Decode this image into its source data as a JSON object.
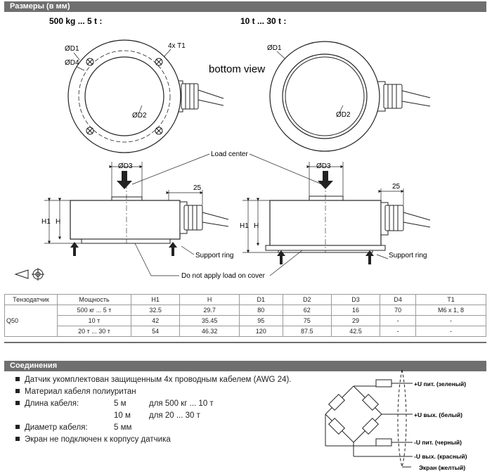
{
  "dimensions": {
    "header": "Размеры (в мм)",
    "range_small": "500 kg ... 5 t :",
    "range_large": "10 t ... 30 t :",
    "bottom_view": "bottom view",
    "labels": {
      "d1": "ØD1",
      "d4": "ØD4",
      "t1": "4x T1",
      "d2": "ØD2",
      "d3": "ØD3",
      "h1": "H1",
      "h": "H",
      "w25": "25",
      "load_center": "Load center",
      "support_ring": "Support ring",
      "no_load_cover": "Do not apply load on cover"
    }
  },
  "spec_table": {
    "headers": [
      "Тензодатчик",
      "Мощность",
      "H1",
      "H",
      "D1",
      "D2",
      "D3",
      "D4",
      "T1"
    ],
    "model": "Q50",
    "rows": [
      [
        "500 кг ... 5 т",
        "32.5",
        "29.7",
        "80",
        "62",
        "16",
        "70",
        "M6 x 1, 8"
      ],
      [
        "10 т",
        "42",
        "35.45",
        "95",
        "75",
        "29",
        "-",
        "-"
      ],
      [
        "20 т ... 30 т",
        "54",
        "46.32",
        "120",
        "87.5",
        "42.5",
        "-",
        "-"
      ]
    ]
  },
  "connections": {
    "header": "Соединения",
    "items": [
      "Датчик укомплектован защищенным 4х проводным кабелем (AWG 24).",
      "Материал кабеля полиуритан"
    ],
    "cable_length_label": "Длина кабеля:",
    "cable_lengths": [
      {
        "len": "5 м",
        "for": "для 500 кг ... 10 т"
      },
      {
        "len": "10 м",
        "for": "для 20 ... 30 т"
      }
    ],
    "diameter_label": "Диаметр кабеля:",
    "diameter_value": "5 мм",
    "shield_note": "Экран не подключен к корпусу датчика",
    "wires": [
      "+U пит. (зеленый)",
      "+U вых. (белый)",
      "-U пит. (черный)",
      "-U вых. (красный)",
      "Экран (желтый)"
    ]
  }
}
